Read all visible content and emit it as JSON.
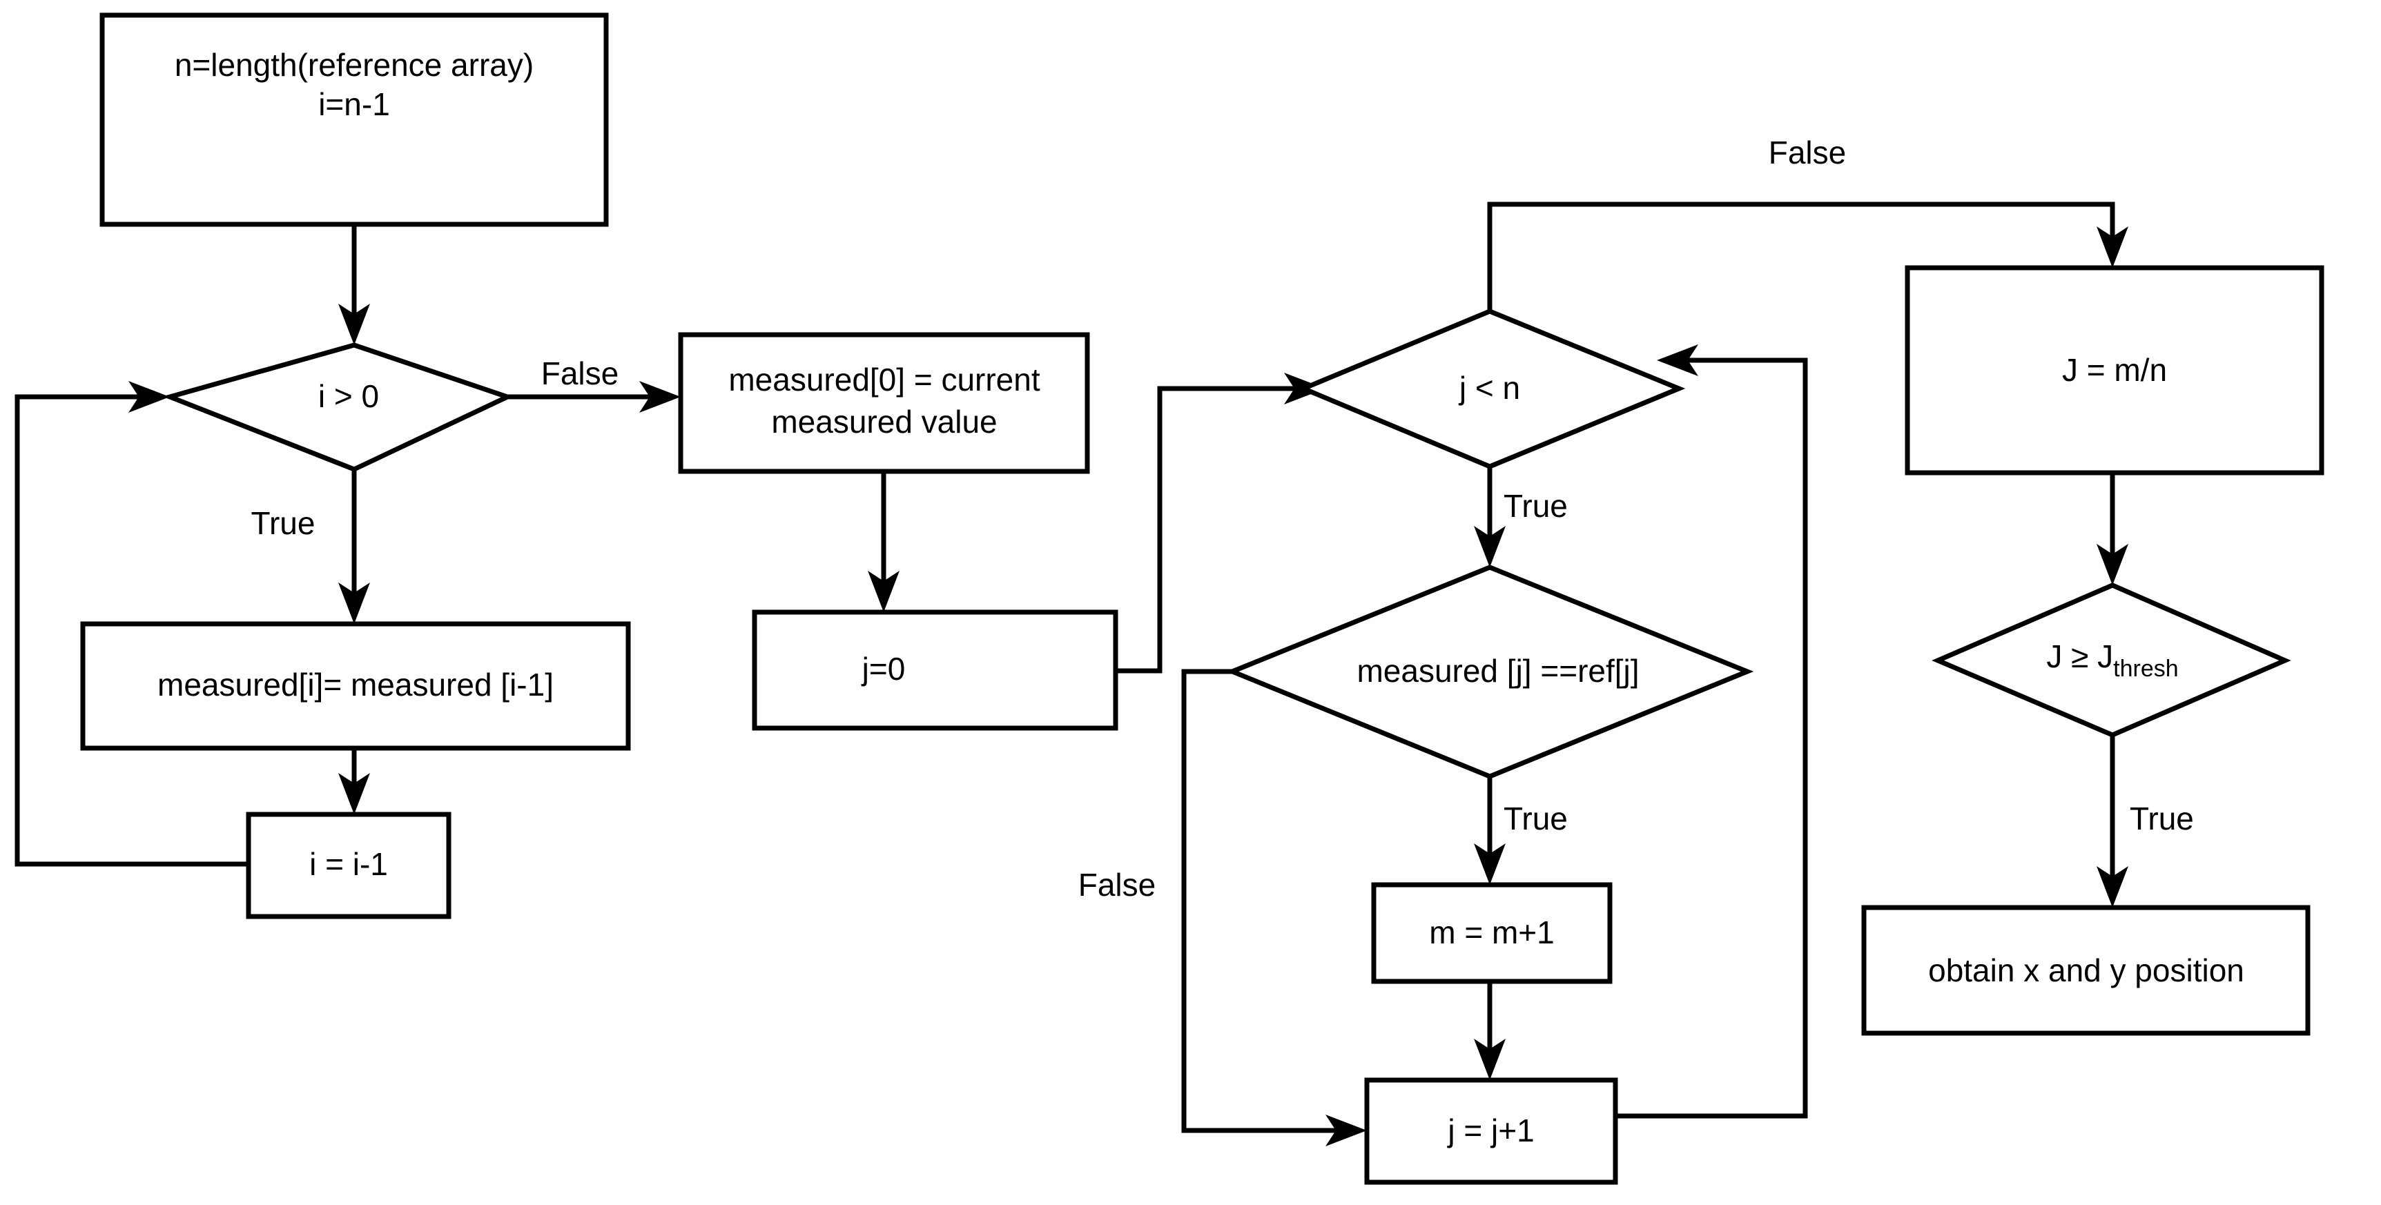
{
  "diagram": {
    "title": "Array shift and reference-match flowchart",
    "background_color": "#ffffff",
    "stroke_color": "#000000",
    "nodes": [
      {
        "id": "init",
        "type": "process",
        "line1": "n=length(reference array)",
        "line2": "i=n-1"
      },
      {
        "id": "i-gt-0",
        "type": "decision",
        "label": "i > 0"
      },
      {
        "id": "shift",
        "type": "process",
        "label": "measured[i]= measured [i-1]"
      },
      {
        "id": "dec-i",
        "type": "process",
        "label": "i = i-1"
      },
      {
        "id": "set-measured0",
        "type": "process",
        "line1": "measured[0] = current",
        "line2": "measured value"
      },
      {
        "id": "j-zero",
        "type": "process",
        "label": "j=0"
      },
      {
        "id": "j-lt-n",
        "type": "decision",
        "label": "j < n"
      },
      {
        "id": "compare",
        "type": "decision",
        "label": "measured [j] ==ref[j]"
      },
      {
        "id": "inc-m",
        "type": "process",
        "label": "m = m+1"
      },
      {
        "id": "inc-j",
        "type": "process",
        "label": "j = j+1"
      },
      {
        "id": "compute-J",
        "type": "process",
        "label": "J = m/n"
      },
      {
        "id": "j-thresh",
        "type": "decision",
        "label_main": "J ≥ J",
        "label_sub": "thresh"
      },
      {
        "id": "obtain-xy",
        "type": "process",
        "label": "obtain x and y position"
      }
    ],
    "edge_labels": {
      "i_gt_0_true": "True",
      "i_gt_0_false": "False",
      "j_lt_n_true": "True",
      "j_lt_n_false": "False",
      "compare_true": "True",
      "compare_false": "False",
      "j_thresh_true": "True"
    }
  }
}
